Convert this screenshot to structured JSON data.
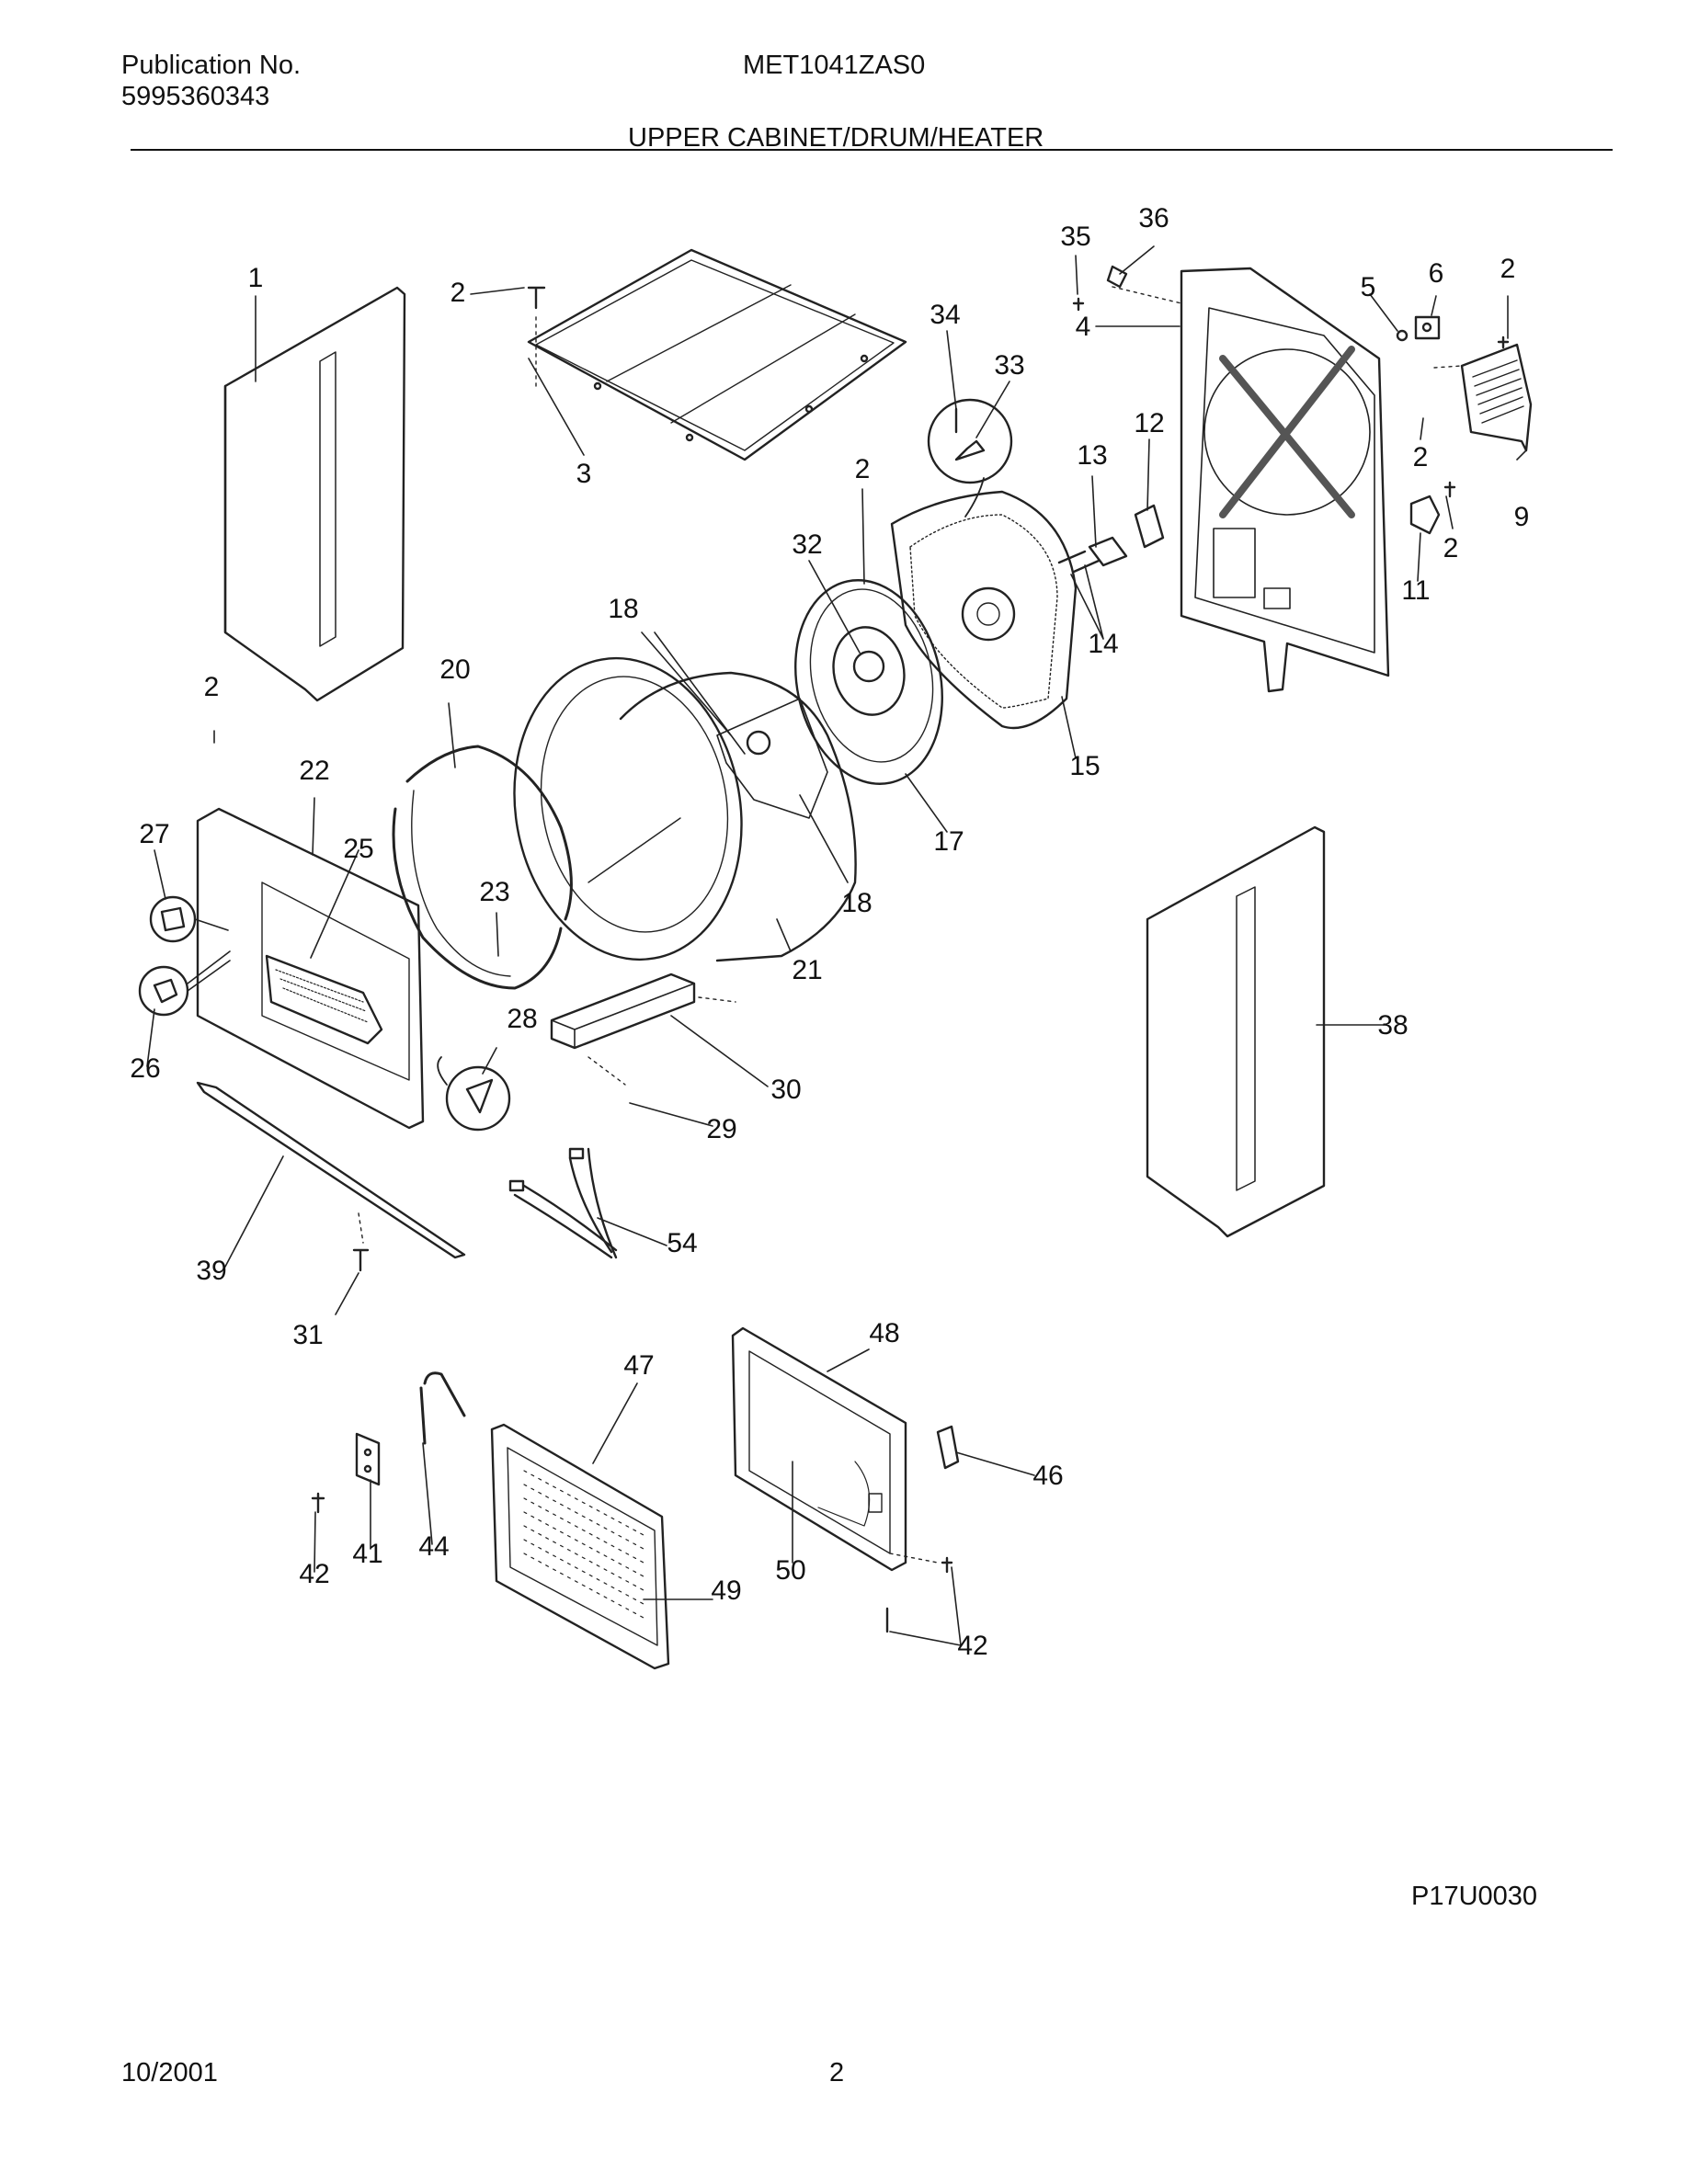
{
  "header": {
    "publication_label": "Publication No.",
    "publication_number": "5995360343",
    "model": "MET1041ZAS0",
    "section_title": "UPPER CABINET/DRUM/HEATER"
  },
  "diagram": {
    "callouts": [
      "1",
      "2",
      "3",
      "4",
      "5",
      "6",
      "2",
      "35",
      "36",
      "34",
      "33",
      "2",
      "13",
      "12",
      "2",
      "9",
      "2",
      "11",
      "32",
      "18",
      "14",
      "15",
      "2",
      "20",
      "22",
      "25",
      "27",
      "17",
      "18",
      "23",
      "21",
      "28",
      "26",
      "30",
      "29",
      "38",
      "39",
      "54",
      "31",
      "47",
      "48",
      "46",
      "42",
      "41",
      "44",
      "49",
      "50",
      "42"
    ]
  },
  "footer": {
    "drawing_code": "P17U0030",
    "date": "10/2001",
    "page": "2"
  }
}
